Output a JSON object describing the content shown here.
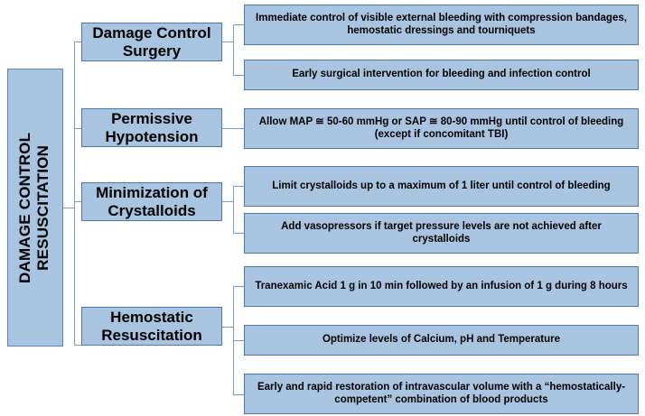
{
  "diagram": {
    "title": "DAMAGE CONTROL RESUSCITATION",
    "root": {
      "label_line1": "DAMAGE CONTROL",
      "label_line2": "RESUSCITATION"
    },
    "colors": {
      "node_fill": "#a8c4e0",
      "node_border": "#4d7aa8",
      "connector": "#7f9db9",
      "text": "#000000",
      "background": "#ffffff"
    },
    "categories": [
      {
        "label_line1": "Damage Control",
        "label_line2": "Surgery",
        "items": [
          "Immediate control of visible external bleeding with compression bandages, hemostatic dressings and tourniquets",
          "Early surgical intervention for bleeding and infection control"
        ]
      },
      {
        "label_line1": "Permissive",
        "label_line2": "Hypotension",
        "items": [
          "Allow MAP ≅ 50-60 mmHg or SAP ≅ 80-90 mmHg until control of bleeding (except if concomitant TBI)"
        ]
      },
      {
        "label_line1": "Minimization of",
        "label_line2": "Crystalloids",
        "items": [
          "Limit crystalloids up to a maximum of 1 liter until control of bleeding",
          "Add vasopressors if target pressure levels are not achieved after crystalloids"
        ]
      },
      {
        "label_line1": "Hemostatic",
        "label_line2": "Resuscitation",
        "items": [
          "Tranexamic Acid 1 g in 10 min followed by an infusion of 1 g during 8 hours",
          "Optimize levels of Calcium, pH and Temperature",
          "Early and rapid restoration of intravascular volume with a “hemostatically-competent” combination of blood products"
        ]
      }
    ]
  }
}
